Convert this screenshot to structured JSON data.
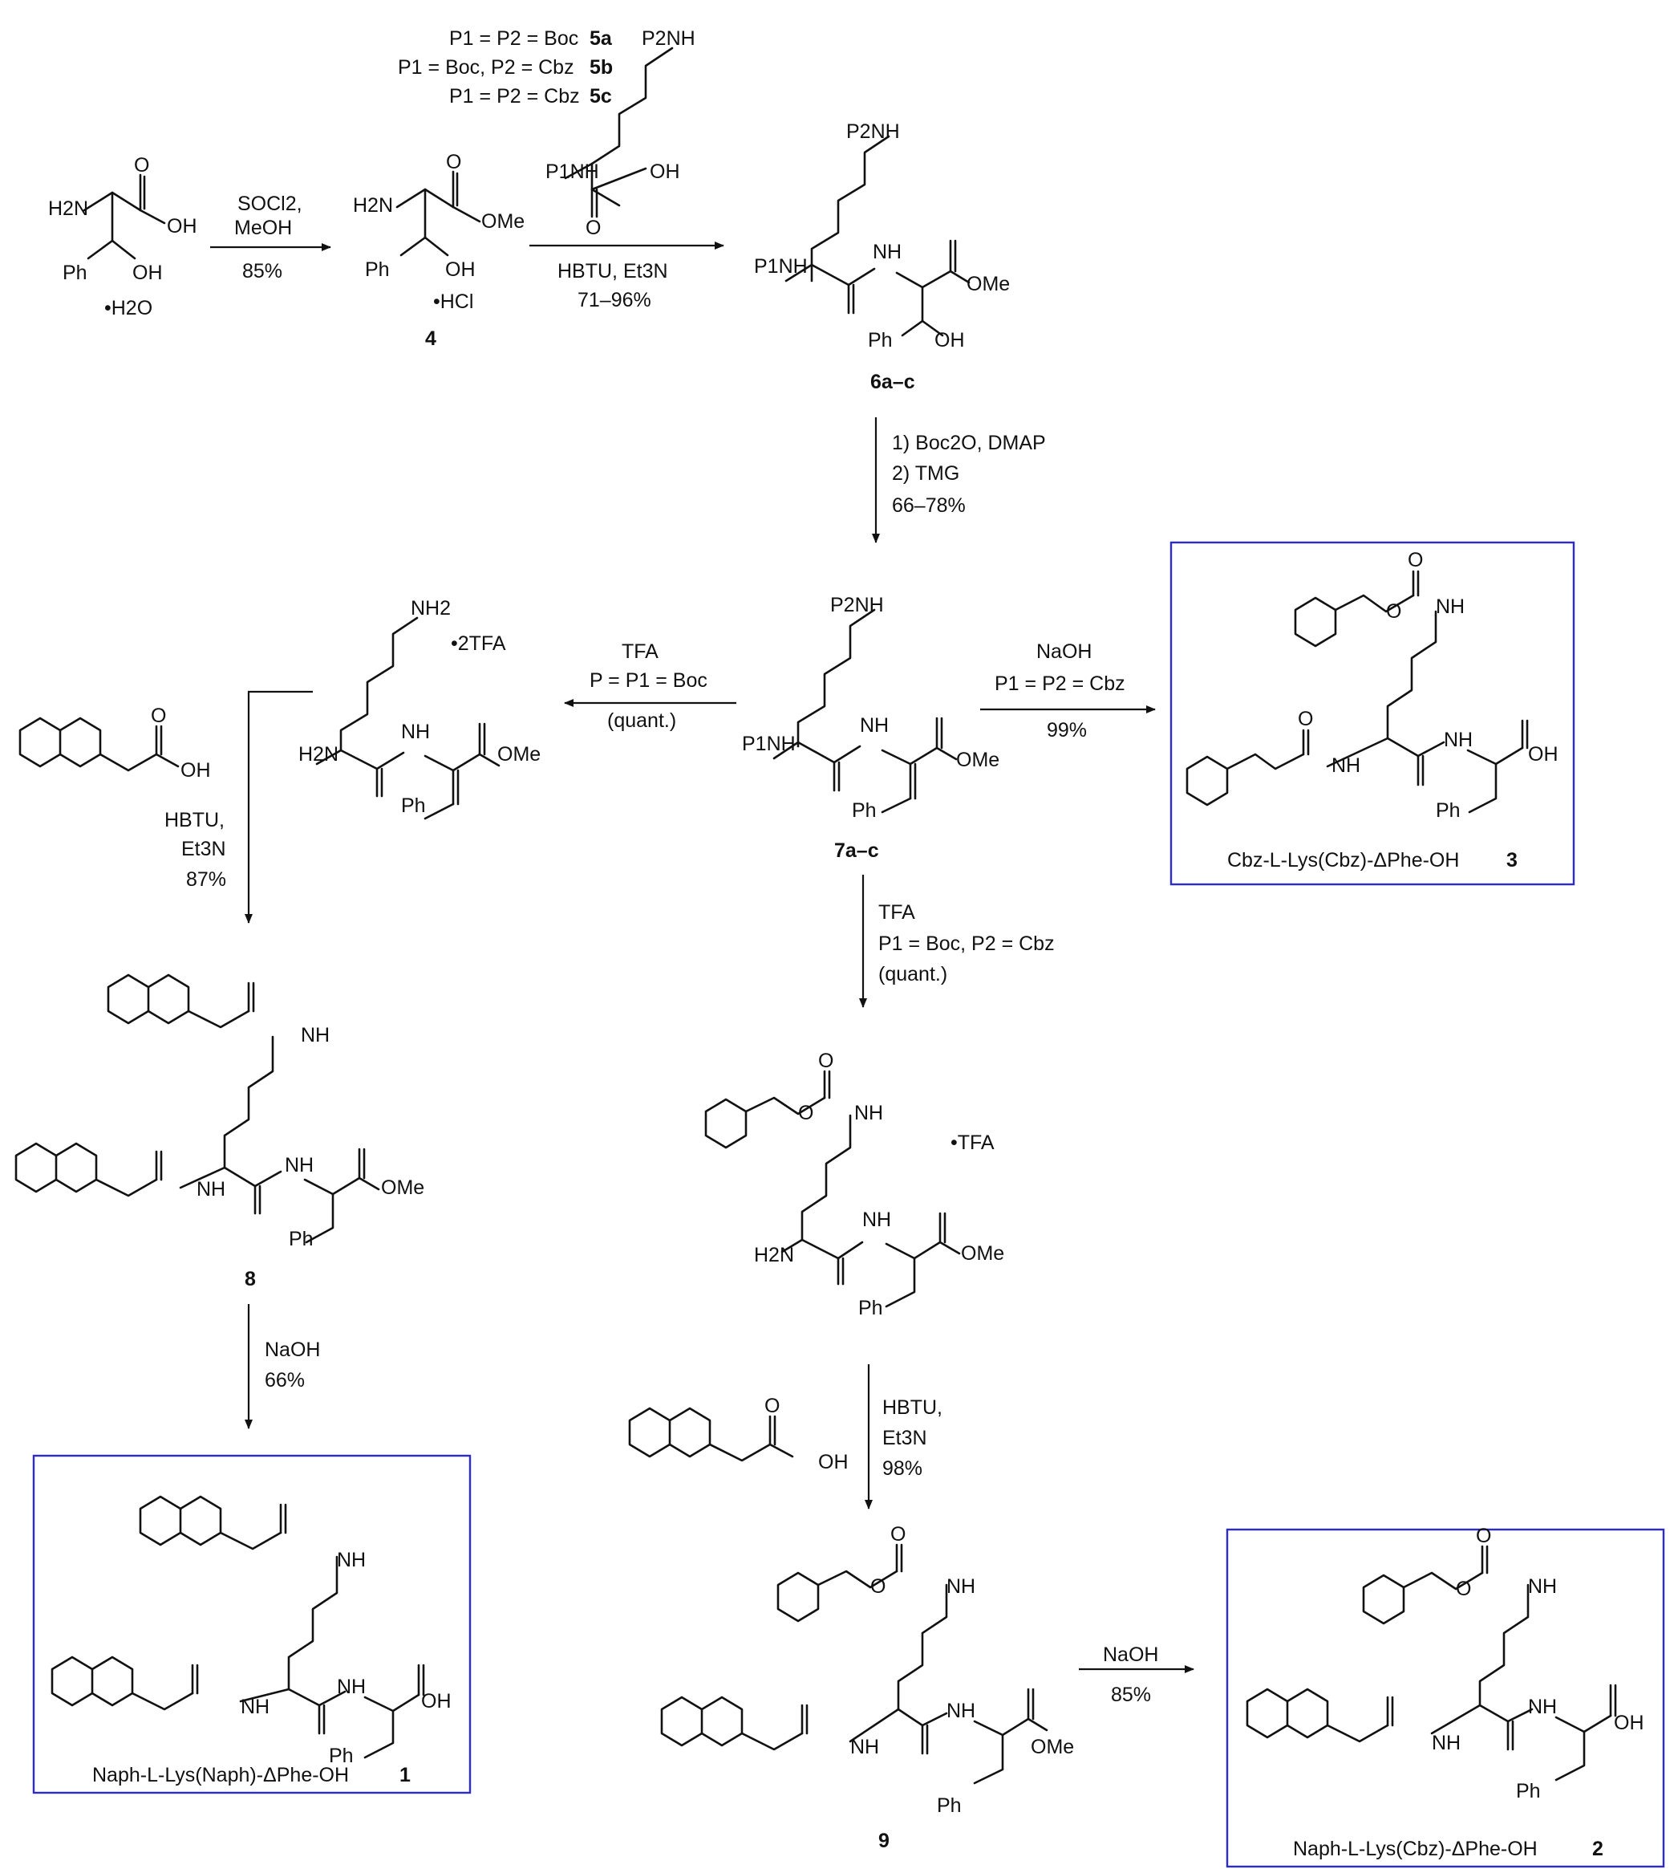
{
  "sm_labels": {
    "amino": "H2N",
    "acid": "OH",
    "carbonyl": "O",
    "ph": "Ph",
    "hydroxy": "OH",
    "salt": "•H2O"
  },
  "c4_labels": {
    "amino": "H2N",
    "ester": "OMe",
    "carbonyl": "O",
    "ph": "Ph",
    "hydroxy": "OH",
    "salt": "•HCl",
    "id": "4"
  },
  "step1": {
    "line1": "SOCl2,",
    "line2": "MeOH",
    "yield": "85%"
  },
  "lys_variants": [
    {
      "def": "P1 = P2 = Boc",
      "id": "5a"
    },
    {
      "def": "P1 = Boc, P2 = Cbz",
      "id": "5b"
    },
    {
      "def": "P1 = P2 = Cbz",
      "id": "5c"
    }
  ],
  "lys_labels": {
    "sidechain_nh": "P2NH",
    "alpha_nh": "P1NH",
    "acid": "OH",
    "carbonyl": "O"
  },
  "step2": {
    "reagents": "HBTU, Et3N",
    "yield": "71–96%"
  },
  "c6_labels": {
    "id": "6a–c",
    "p2nh": "P2NH",
    "p1nh": "P1NH",
    "nh": "NH",
    "ester": "OMe",
    "ph": "Ph",
    "hydroxy": "OH"
  },
  "step3": {
    "line1": "1) Boc2O, DMAP",
    "line2": "2) TMG",
    "yield": "66–78%"
  },
  "c7_labels": {
    "id": "7a–c",
    "p2nh": "P2NH",
    "p1nh": "P1NH",
    "nh": "NH",
    "ester": "OMe",
    "ph": "Ph"
  },
  "step4": {
    "line1": "TFA",
    "line2": "P = P1 = Boc",
    "yield": "(quant.)"
  },
  "diamine_labels": {
    "nh2": "NH2",
    "salt": "•2TFA",
    "h2n": "H2N",
    "nh": "NH",
    "ester": "OMe",
    "ph": "Ph"
  },
  "step5": {
    "line1": "NaOH",
    "line2": "P1 = P2 = Cbz",
    "yield": "99%"
  },
  "c3_box": {
    "caption": "Cbz-L-Lys(Cbz)-ΔPhe-OH",
    "id": "3",
    "o": "O",
    "nh": "NH",
    "acid": "OH",
    "ph": "Ph"
  },
  "naph_acid": {
    "acid": "OH",
    "carbonyl": "O"
  },
  "step6": {
    "line1": "HBTU,",
    "line2": "Et3N",
    "yield": "87%"
  },
  "c8_labels": {
    "id": "8",
    "nh": "NH",
    "ester": "OMe",
    "ph": "Ph"
  },
  "step7": {
    "line1": "NaOH",
    "yield": "66%"
  },
  "c1_box": {
    "caption": "Naph-L-Lys(Naph)-ΔPhe-OH",
    "id": "1",
    "nh": "NH",
    "acid": "OH",
    "ph": "Ph"
  },
  "step8": {
    "line1": "TFA",
    "line2": "P1 = Boc, P2 = Cbz",
    "yield": "(quant.)"
  },
  "amine_tfa": {
    "salt": "•TFA",
    "h2n": "H2N",
    "nh": "NH",
    "ester": "OMe",
    "ph": "Ph",
    "o": "O"
  },
  "step9": {
    "line1": "HBTU,",
    "line2": "Et3N",
    "yield": "98%"
  },
  "c9_labels": {
    "id": "9",
    "nh": "NH",
    "ester": "OMe",
    "ph": "Ph",
    "o": "O"
  },
  "step10": {
    "line1": "NaOH",
    "yield": "85%"
  },
  "c2_box": {
    "caption": "Naph-L-Lys(Cbz)-ΔPhe-OH",
    "id": "2",
    "nh": "NH",
    "acid": "OH",
    "ph": "Ph",
    "o": "O"
  }
}
